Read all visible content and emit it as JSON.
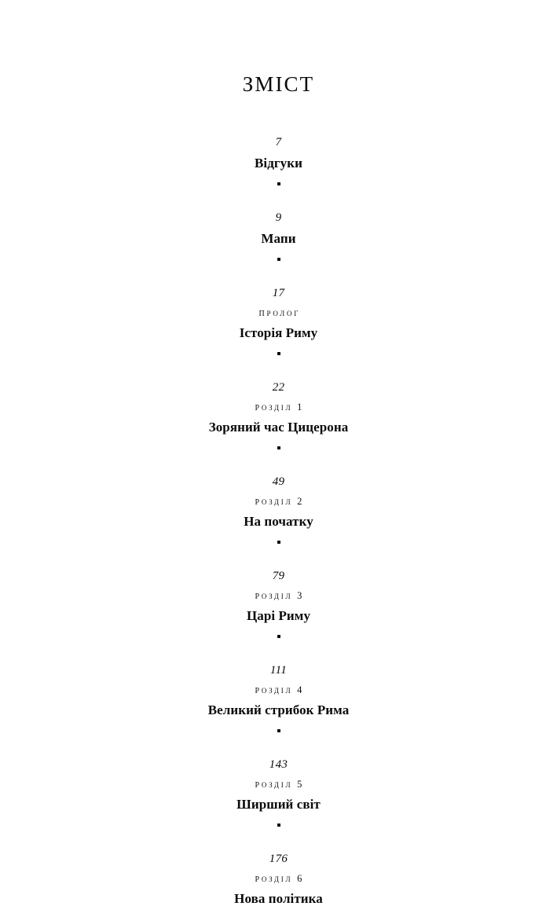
{
  "document": {
    "title": "Зміст",
    "language": "uk",
    "text_color": "#0a0a0a",
    "background_color": "#ffffff",
    "separator_glyph": "•"
  },
  "toc": {
    "entries": [
      {
        "page": "7",
        "label": "",
        "title": "Відгуки"
      },
      {
        "page": "9",
        "label": "",
        "title": "Мапи"
      },
      {
        "page": "17",
        "label": "Пролог",
        "title": "Історія Риму"
      },
      {
        "page": "22",
        "label": "Розділ 1",
        "title": "Зоряний час Цицерона"
      },
      {
        "page": "49",
        "label": "Розділ 2",
        "title": "На початку"
      },
      {
        "page": "79",
        "label": "Розділ 3",
        "title": "Царі Риму"
      },
      {
        "page": "111",
        "label": "Розділ 4",
        "title": "Великий стрибок Рима"
      },
      {
        "page": "143",
        "label": "Розділ 5",
        "title": "Ширший світ"
      },
      {
        "page": "176",
        "label": "Розділ 6",
        "title": "Нова політика"
      }
    ]
  }
}
